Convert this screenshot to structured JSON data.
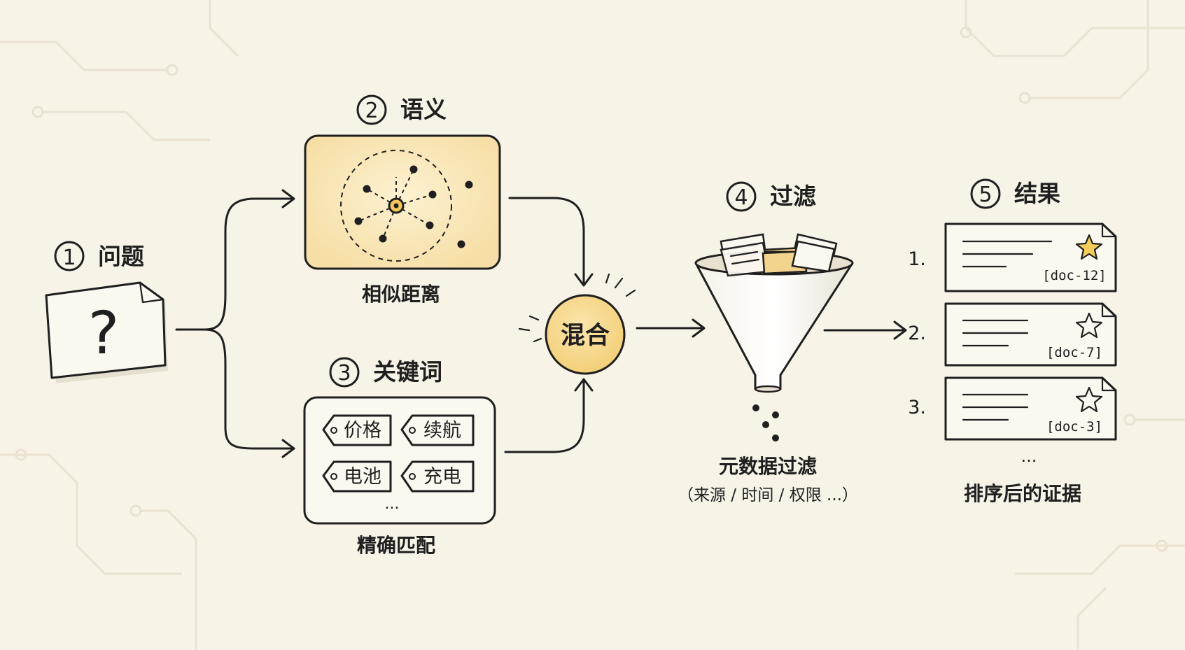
{
  "steps": {
    "question": {
      "number": "1",
      "label": "问题",
      "icon": "question-mark-icon",
      "glyph": "?"
    },
    "semantic": {
      "number": "2",
      "label": "语义",
      "caption": "相似距离"
    },
    "keyword": {
      "number": "3",
      "label": "关键词",
      "caption": "精确匹配",
      "tags": [
        "价格",
        "续航",
        "电池",
        "充电"
      ],
      "more": "..."
    },
    "blend": {
      "label": "混合"
    },
    "filter": {
      "number": "4",
      "label": "过滤",
      "caption": "元数据过滤",
      "subcaption": "（来源 / 时间 / 权限 ...）"
    },
    "results": {
      "number": "5",
      "label": "结果",
      "caption": "排序后的证据",
      "items": [
        {
          "rank": "1.",
          "doc": "[doc-12]",
          "starred": true
        },
        {
          "rank": "2.",
          "doc": "[doc-7]",
          "starred": false
        },
        {
          "rank": "3.",
          "doc": "[doc-3]",
          "starred": false
        }
      ],
      "more": "..."
    }
  },
  "colors": {
    "background": "#f8f3e7",
    "highlight": "#f8dea0",
    "ink": "#1f1f1f",
    "star": "#f3ce5a"
  }
}
